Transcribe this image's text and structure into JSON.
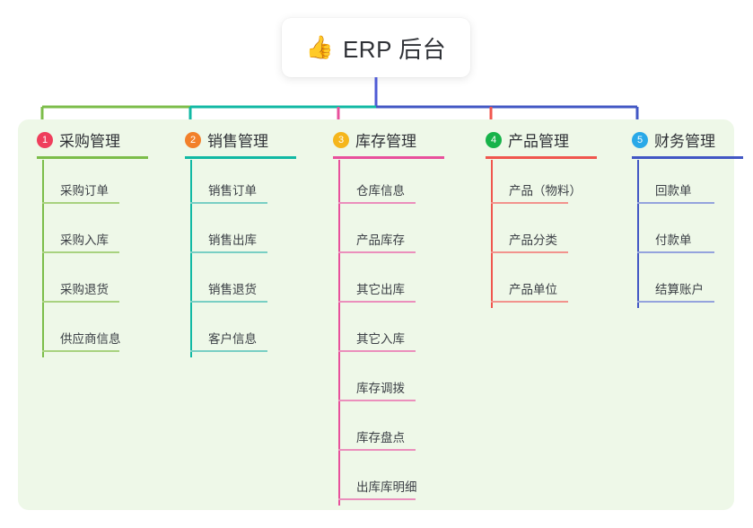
{
  "root": {
    "icon": "thumbs-up-icon",
    "emoji": "👍",
    "title": "ERP 后台"
  },
  "palette": {
    "panel_background": "#eef8e8",
    "page_background": "#ffffff",
    "root_stem": "#4f5bd5",
    "trunk": "#4f5bd5"
  },
  "columns": [
    {
      "number": "1",
      "title": "采购管理",
      "badge_color": "#ef3e5c",
      "line_color": "#7cbd4a",
      "leaf_line_color": "#a8d27f",
      "connector_color": "#7cbd4a",
      "items": [
        {
          "label": "采购订单"
        },
        {
          "label": "采购入库"
        },
        {
          "label": "采购退货"
        },
        {
          "label": "供应商信息"
        }
      ]
    },
    {
      "number": "2",
      "title": "销售管理",
      "badge_color": "#f2802a",
      "line_color": "#11b9a4",
      "leaf_line_color": "#79cfc4",
      "connector_color": "#11b9a4",
      "items": [
        {
          "label": "销售订单"
        },
        {
          "label": "销售出库"
        },
        {
          "label": "销售退货"
        },
        {
          "label": "客户信息"
        }
      ]
    },
    {
      "number": "3",
      "title": "库存管理",
      "badge_color": "#f5b61c",
      "line_color": "#e8509c",
      "leaf_line_color": "#eb8fbc",
      "connector_color": "#e8509c",
      "items": [
        {
          "label": "仓库信息"
        },
        {
          "label": "产品库存"
        },
        {
          "label": "其它出库"
        },
        {
          "label": "其它入库"
        },
        {
          "label": "库存调拨"
        },
        {
          "label": "库存盘点"
        },
        {
          "label": "出库库明细"
        }
      ]
    },
    {
      "number": "4",
      "title": "产品管理",
      "badge_color": "#17b34a",
      "line_color": "#f0564e",
      "leaf_line_color": "#f2938d",
      "connector_color": "#f0564e",
      "items": [
        {
          "label": "产品（物料）"
        },
        {
          "label": "产品分类"
        },
        {
          "label": "产品单位"
        }
      ]
    },
    {
      "number": "5",
      "title": "财务管理",
      "badge_color": "#29a9e8",
      "line_color": "#4257c4",
      "leaf_line_color": "#94a3dd",
      "connector_color": "#4257c4",
      "items": [
        {
          "label": "回款单"
        },
        {
          "label": "付款单"
        },
        {
          "label": "结算账户"
        }
      ]
    }
  ]
}
